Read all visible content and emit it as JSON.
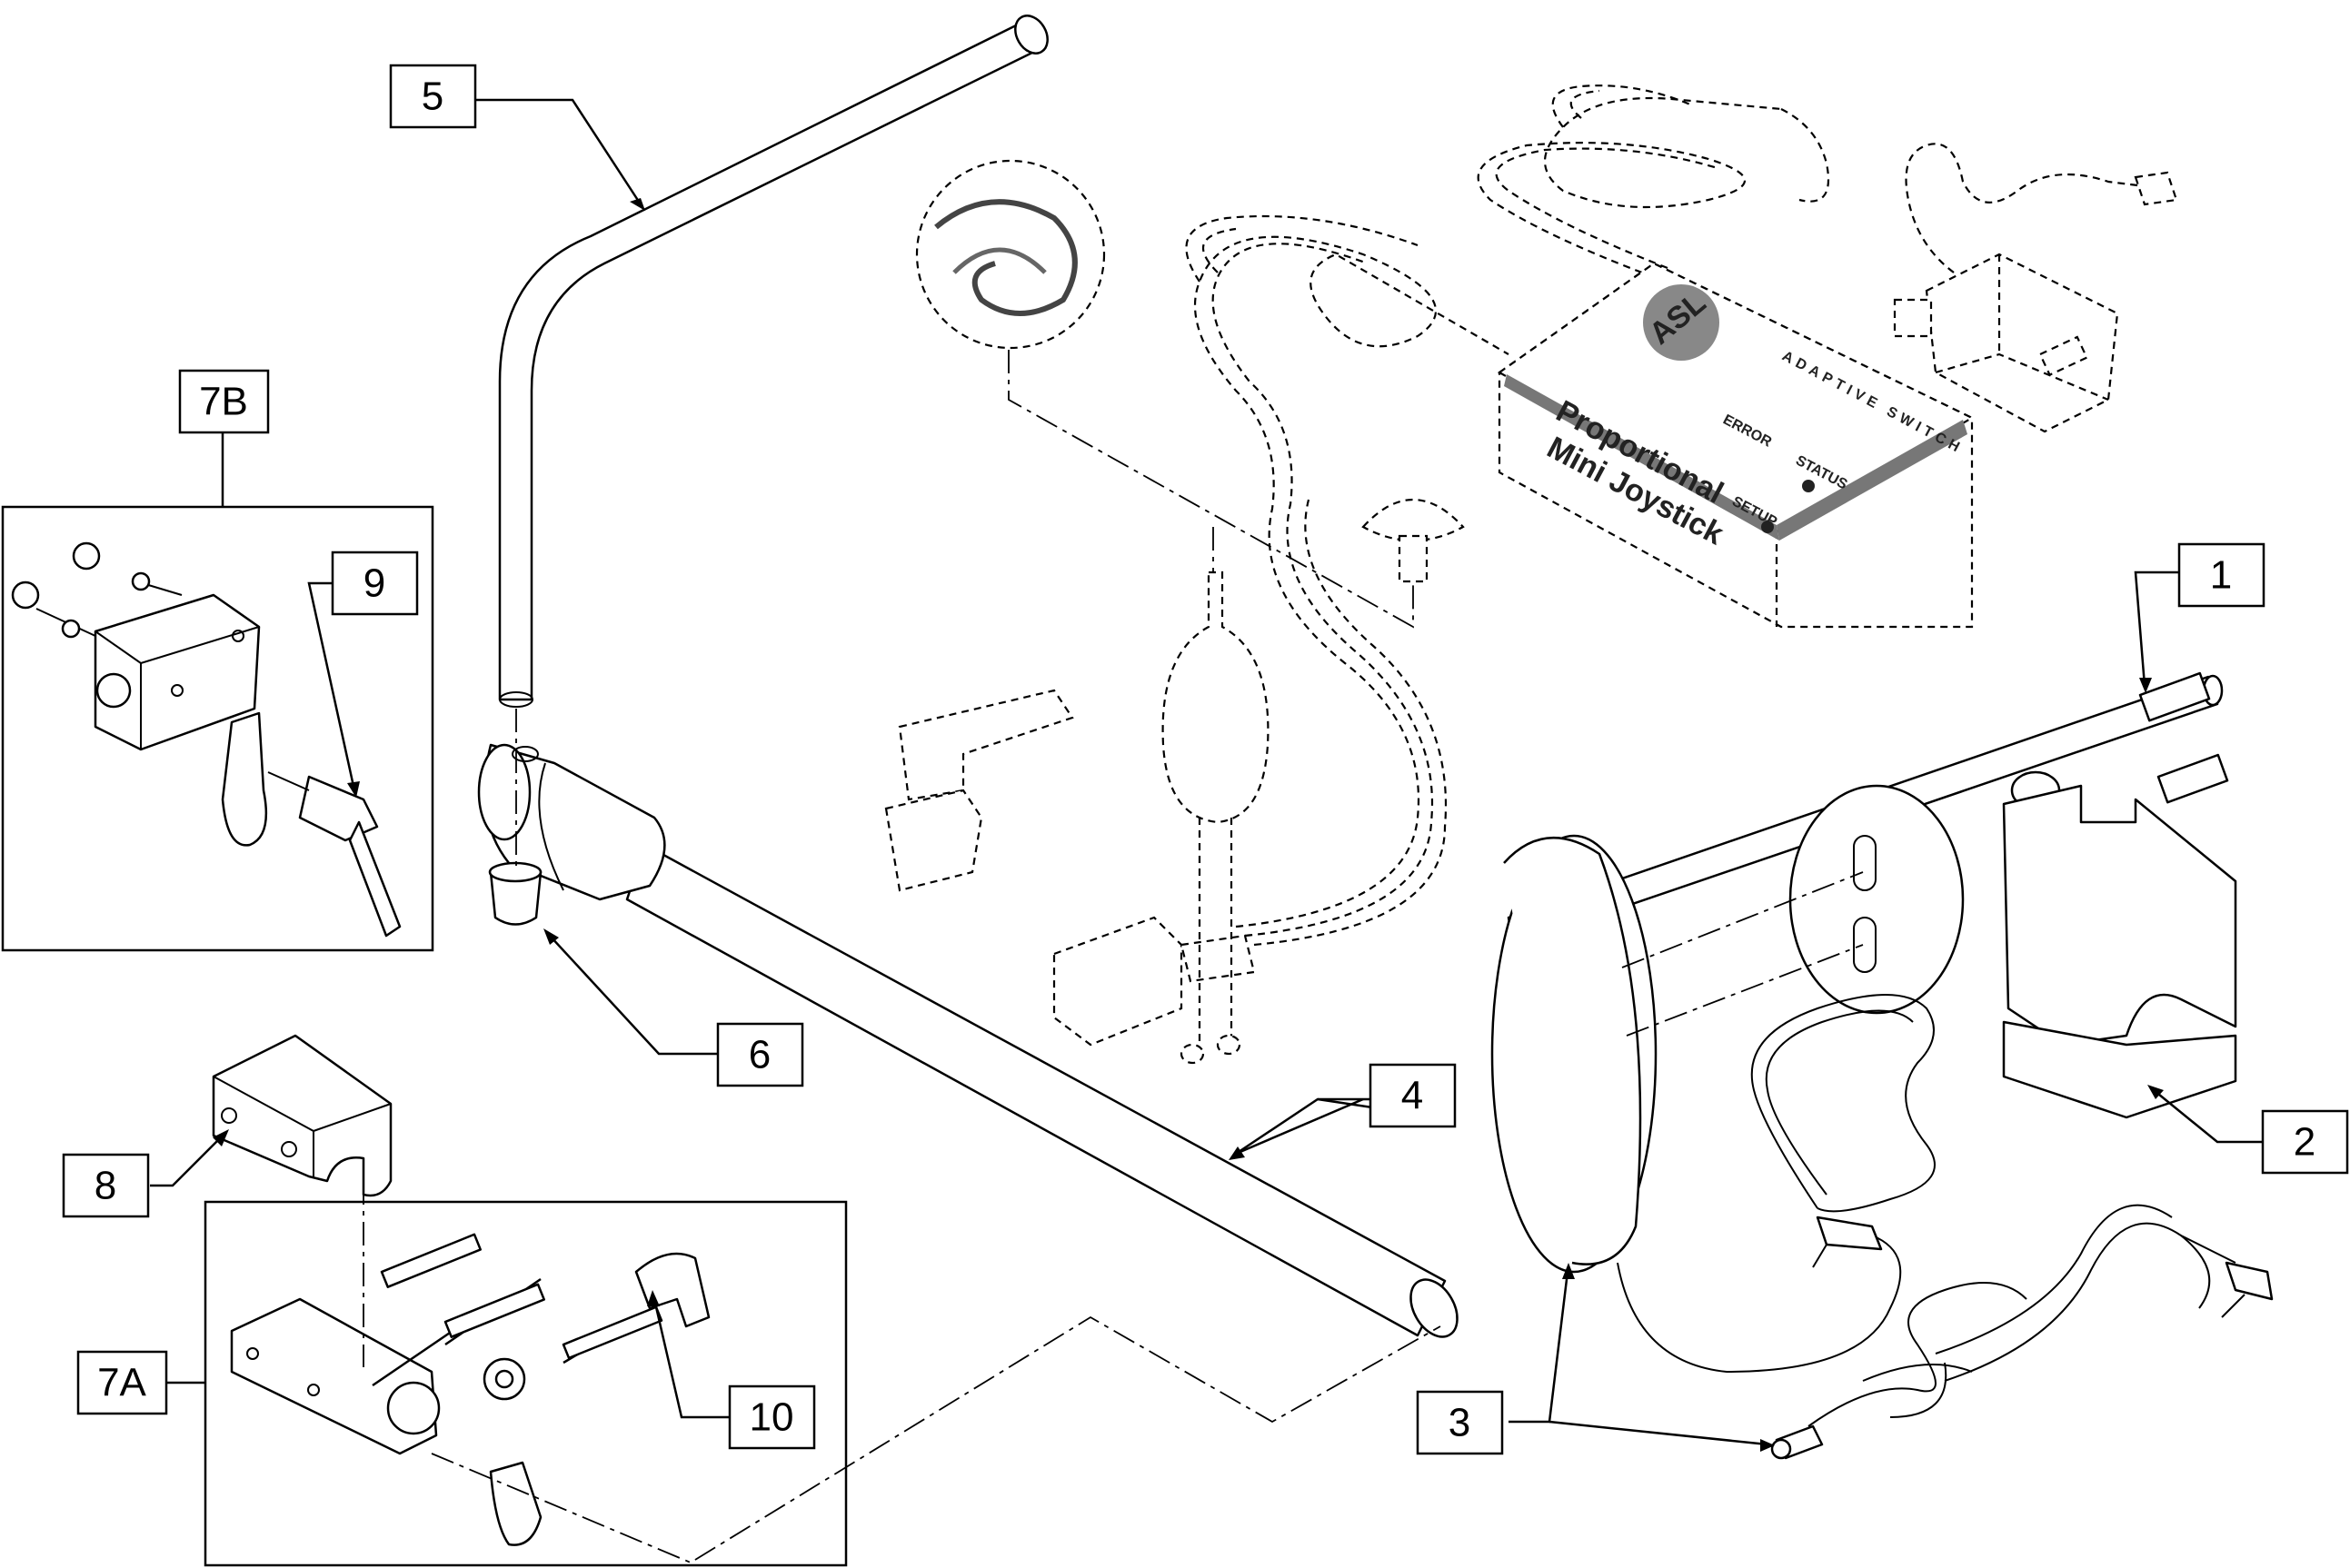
{
  "callouts": {
    "c1": "1",
    "c2": "2",
    "c3": "3",
    "c4": "4",
    "c5": "5",
    "c6": "6",
    "c7a": "7A",
    "c7b": "7B",
    "c8": "8",
    "c9": "9",
    "c10": "10"
  },
  "joystick_box": {
    "logo": "ASL",
    "brand": "ADAPTIVE SWITCH",
    "product_line1": "Proportional",
    "product_line2": "Mini Joystick",
    "error_label": "ERROR",
    "status_label": "STATUS",
    "setup_label": "SETUP"
  }
}
